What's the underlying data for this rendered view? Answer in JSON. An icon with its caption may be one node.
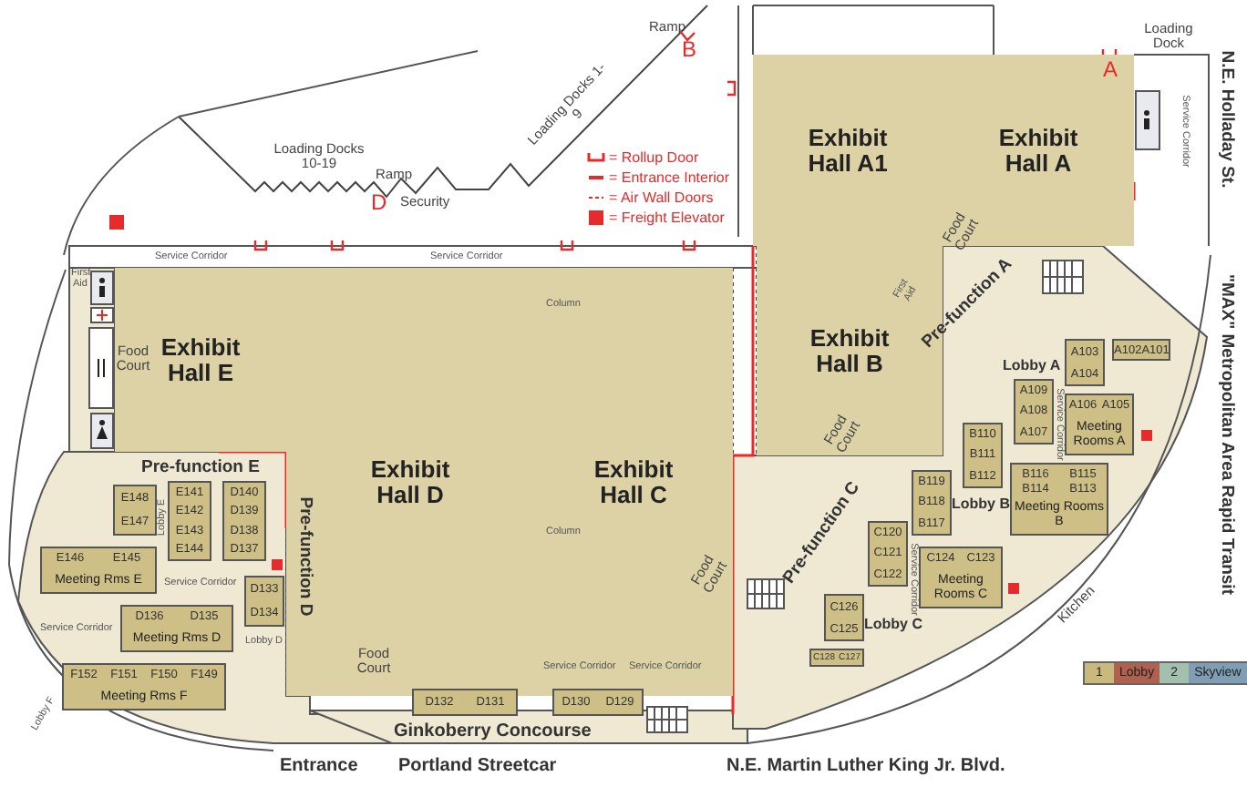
{
  "diagram": {
    "nodes": [
      {
        "text": [
          "Exhibit Hall A1"
        ]
      },
      {
        "text": [
          "Exhibit Hall A"
        ]
      },
      {
        "text": [
          "Exhibit Hall E"
        ]
      },
      {
        "text": [
          "Exhibit Hall D"
        ]
      },
      {
        "text": [
          "Exhibit Hall C"
        ]
      },
      {
        "text": [
          "Exhibit Hall B"
        ]
      },
      {
        "text": [
          "E148",
          "E147"
        ]
      },
      {
        "text": [
          "E141",
          "E142",
          "E143",
          "E144"
        ]
      },
      {
        "text": [
          "E146",
          "E145",
          "Meeting Rms E"
        ]
      },
      {
        "text": [
          "D140",
          "D139",
          "D138",
          "D137"
        ]
      },
      {
        "text": [
          "D136",
          "D135",
          "Meeting Rms D"
        ]
      },
      {
        "text": [
          "D133",
          "D134"
        ]
      },
      {
        "text": [
          "F152",
          "F151",
          "F150",
          "F149",
          "Meeting Rms F"
        ]
      },
      {
        "text": [
          "D132",
          "D131"
        ]
      },
      {
        "text": [
          "D130",
          "D129"
        ]
      },
      {
        "text": [
          "C128",
          "C127"
        ]
      },
      {
        "text": [
          "C126",
          "C125"
        ]
      },
      {
        "text": [
          "C124",
          "C123",
          "Meeting Rooms C"
        ]
      },
      {
        "text": [
          "C120",
          "C121",
          "C122"
        ]
      },
      {
        "text": [
          "B119",
          "B118",
          "B117"
        ]
      },
      {
        "text": [
          "B116",
          "B115",
          "B114",
          "B113",
          "Meeting Rooms B"
        ]
      },
      {
        "text": [
          "B110",
          "B111",
          "B112"
        ]
      },
      {
        "text": [
          "A109",
          "A108",
          "A107"
        ]
      },
      {
        "text": [
          "A106",
          "A105",
          "Meeting Rooms A"
        ]
      },
      {
        "text": [
          "A103",
          "A104"
        ]
      },
      {
        "text": [
          "A102",
          "A101"
        ]
      }
    ],
    "labels": [
      "Ramp",
      "B",
      "Loading Dock",
      "A",
      "Loading Docks 1-9",
      "Loading Docks 10-19",
      "Ramp",
      "D",
      "Security",
      "N.E. Holladay St.",
      "Service Corridor",
      "Food Court",
      "Service Corridor",
      "Service Corridor",
      "First Aid",
      "First Aid",
      "Column",
      "Pre-function A",
      "\"MAX\" Metropolitan Area Rapid Transit",
      "Food Court",
      "Lobby A",
      "Food Court",
      "Pre-function E",
      "Lobby B",
      "Service Corridor",
      "Pre-function D",
      "Column",
      "Lobby E",
      "Service Corridor",
      "Lobby D",
      "Pre-function C",
      "Service Corridor",
      "Food Court",
      "Lobby C",
      "Service Corridor",
      "Kitchen",
      "Food Court",
      "Service Corridor",
      "Service Corridor",
      "Lobby F",
      "Ginkoberry Concourse",
      "Entrance",
      "Portland Streetcar",
      "N.E. Martin Luther King Jr. Blvd."
    ],
    "legend": [
      {
        "text": "= Rollup Door"
      },
      {
        "text": "= Entrance Interior"
      },
      {
        "text": "= Air Wall Doors"
      },
      {
        "text": "= Freight Elevator",
        "color": "#e52b2b"
      },
      {
        "text": "1",
        "color": "#c9b97c"
      },
      {
        "text": "Lobby",
        "color": "#b0604e"
      },
      {
        "text": "2",
        "color": "#a3bfae"
      },
      {
        "text": "Skyview",
        "color": "#7f9db3"
      }
    ]
  }
}
